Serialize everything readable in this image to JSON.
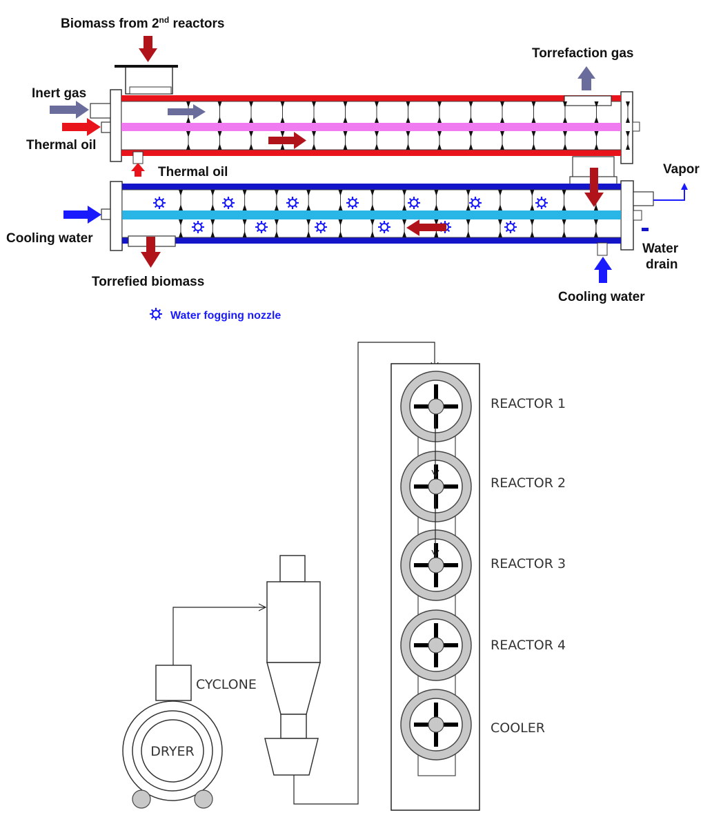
{
  "top_diagram": {
    "labels": {
      "biomass_in": "Biomass from 2",
      "biomass_in_sup": "nd",
      "biomass_in_tail": " reactors",
      "torrefaction_gas": "Torrefaction gas",
      "inert_gas": "Inert gas",
      "thermal_oil_left": "Thermal oil",
      "thermal_oil_mid": "Thermal oil",
      "vapor": "Vapor",
      "cooling_water_left": "Cooling water",
      "water_drain_1": "Water",
      "water_drain_2": "drain",
      "torrefied_biomass": "Torrefied biomass",
      "cooling_water_right": "Cooling water"
    },
    "legend": {
      "symbol_name": "water-fogging-nozzle-icon",
      "text": "Water fogging nozzle"
    },
    "colors": {
      "hot_wall": "#e8131b",
      "thermal_oil_core": "#f07bf0",
      "cold_wall": "#1414c8",
      "cooling_core": "#29b6e6",
      "gas_arrow": "#6a6c9c",
      "flow_arrow": "#b0141a",
      "cool_arrow": "#1a1aff"
    }
  },
  "bottom_diagram": {
    "labels": {
      "dryer": "DRYER",
      "cyclone": "CYCLONE",
      "reactor_1": "REACTOR 1",
      "reactor_2": "REACTOR 2",
      "reactor_3": "REACTOR 3",
      "reactor_4": "REACTOR 4",
      "cooler": "COOLER"
    }
  }
}
